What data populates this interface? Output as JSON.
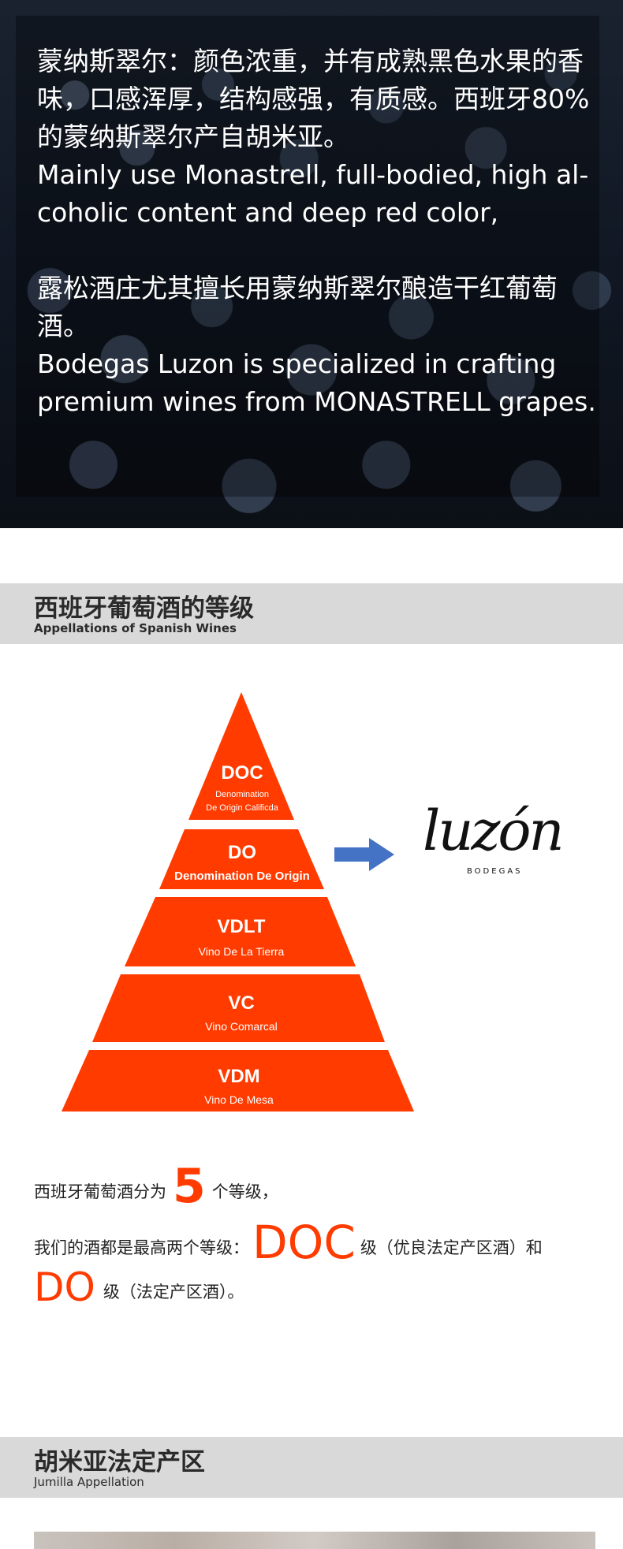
{
  "hero": {
    "para1_zh": "蒙纳斯翠尔：颜色浓重，并有成熟黑色水果的香味，口感浑厚，结构感强，有质感。西班牙80% 的蒙纳斯翠尔产自胡米亚。",
    "para1_en": "Mainly use Monastrell, full-bodied, high al-coholic content and deep red color,",
    "para2_zh": "露松酒庄尤其擅长用蒙纳斯翠尔酿造干红葡萄酒。",
    "para2_en": "Bodegas Luzon is specialized in crafting premium wines from MONASTRELL grapes."
  },
  "section1": {
    "title_zh": "西班牙葡萄酒的等级",
    "title_en": "Appellations of Spanish Wines"
  },
  "pyramid": {
    "color": "#ff3b00",
    "tiers": [
      {
        "code": "DOC",
        "name_line1": "Denomination",
        "name_line2": "De Origin Calificda"
      },
      {
        "code": "DO",
        "name_line1": "Denomination De Origin",
        "name_line2": ""
      },
      {
        "code": "VDLT",
        "name_line1": "Vino De La Tierra",
        "name_line2": ""
      },
      {
        "code": "VC",
        "name_line1": "Vino Comarcal",
        "name_line2": ""
      },
      {
        "code": "VDM",
        "name_line1": "Vino De Mesa",
        "name_line2": ""
      }
    ],
    "arrow_color": "#4472c4"
  },
  "logo": {
    "script": "luzón",
    "sub": "BODEGAS",
    "reg": "®"
  },
  "grades": {
    "l1_prefix": "西班牙葡萄酒分为",
    "l1_number": "5",
    "l1_suffix": "个等级，",
    "l2_prefix": "我们的酒都是最高两个等级：",
    "l2_doc": "DOC",
    "l2_suffix": "级（优良法定产区酒）和",
    "l3_do": "DO",
    "l3_suffix": "级（法定产区酒）。"
  },
  "section2": {
    "title_zh": "胡米亚法定产区",
    "title_en": "Jumilla Appellation"
  }
}
